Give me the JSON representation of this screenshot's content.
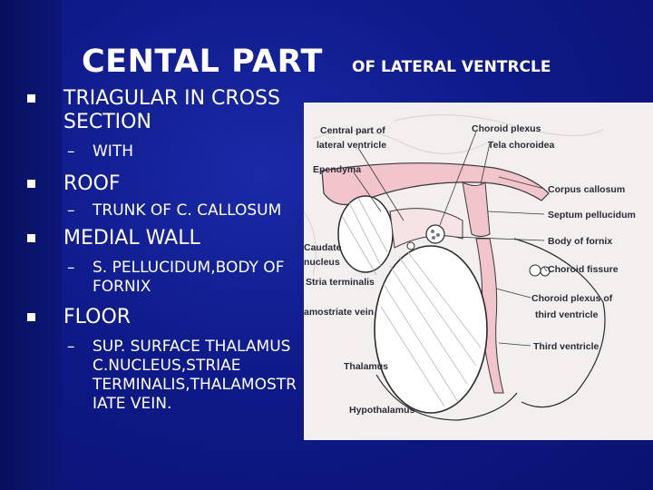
{
  "slide": {
    "title_main": "CENTAL PART",
    "title_sub": "OF LATERAL VENTRCLE",
    "bullets": [
      {
        "text_line1": "TRIAGULAR IN CROSS",
        "text_line2": "SECTION",
        "sub": [
          "WITH"
        ]
      },
      {
        "text_line1": "ROOF",
        "sub": [
          "TRUNK OF C. CALLOSUM"
        ]
      },
      {
        "text_line1": "MEDIAL WALL",
        "sub": [
          "S. PELLUCIDUM,BODY OF",
          "FORNIX"
        ]
      },
      {
        "text_line1": "FLOOR",
        "sub": [
          "SUP. SURFACE THALAMUS",
          "C.NUCLEUS,STRIAE",
          "TERMINALIS,THALAMOSTR",
          "IATE VEIN."
        ]
      }
    ],
    "colors": {
      "background": "#0f1a8a",
      "text": "#ffffff",
      "figure_pink": "#f2c4cc"
    }
  },
  "figure": {
    "labels": {
      "central_part_1": "Central part of",
      "central_part_2": "lateral ventricle",
      "choroid_plexus": "Choroid plexus",
      "tela_choroidea": "Tela choroidea",
      "ependyma": "Ependyma",
      "corpus_callosum": "Corpus callosum",
      "septum_pellucidum": "Septum pellucidum",
      "caudate_1": "Caudate",
      "caudate_2": "nucleus",
      "body_of_fornix": "Body of fornix",
      "stria_terminalis": "Stria terminalis",
      "choroid_fissure": "Choroid fissure",
      "thalamostriate_vein": "amostriate vein",
      "choroid_plexus_third_1": "Choroid plexus of",
      "choroid_plexus_third_2": "third ventricle",
      "third_ventricle": "Third ventricle",
      "thalamus": "Thalamus",
      "hypothalamus": "Hypothalamus"
    }
  }
}
